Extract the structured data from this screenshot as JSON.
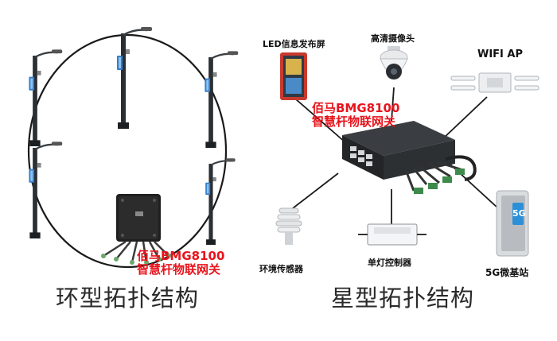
{
  "ring": {
    "title": "环型拓扑结构",
    "gateway_line1": "佰马BMG8100",
    "gateway_line2": "智慧杆物联网关"
  },
  "star": {
    "title": "星型拓扑结构",
    "gateway_line1": "佰马BMG8100",
    "gateway_line2": "智慧杆物联网关",
    "devices": {
      "led_screen": "LED信息发布屏",
      "camera": "高清摄像头",
      "wifi_ap": "WIFI AP",
      "env_sensor": "环境传感器",
      "lamp_controller": "单灯控制器",
      "base_station": "5G微基站",
      "base_station_badge": "5G"
    }
  },
  "colors": {
    "label_red": "#e8141c",
    "line": "#1a1a1a",
    "device_dark": "#2a2a2a",
    "badge_blue": "#2d8fd8"
  }
}
